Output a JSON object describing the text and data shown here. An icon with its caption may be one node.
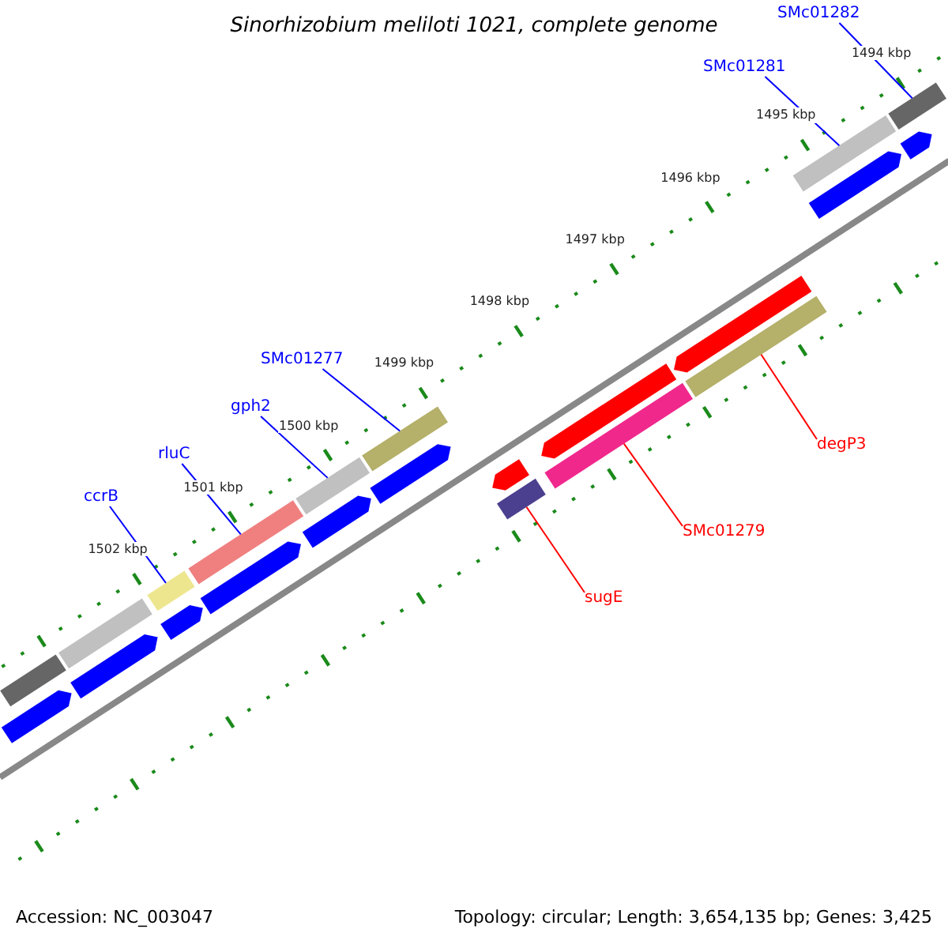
{
  "diagram": {
    "title": "Sinorhizobium meliloti 1021, complete genome",
    "nodes": [
      {
        "text": [
          "SMc01282"
        ]
      },
      {
        "text": [],
        "shape": "bar"
      },
      {
        "text": [
          "SMc01281"
        ]
      },
      {
        "text": [],
        "shape": "bar"
      },
      {
        "text": [
          "SMc01277"
        ]
      },
      {
        "text": [],
        "shape": "bar"
      },
      {
        "text": [
          "gph2"
        ]
      },
      {
        "text": [],
        "shape": "bar"
      },
      {
        "text": [
          "rluC"
        ]
      },
      {
        "text": [],
        "shape": "bar"
      },
      {
        "text": [
          "ccrB"
        ]
      },
      {
        "text": [],
        "shape": "bar"
      },
      {
        "text": [
          "degP3"
        ]
      },
      {
        "text": [],
        "shape": "bar"
      },
      {
        "text": [
          "SMc01279"
        ]
      },
      {
        "text": [],
        "shape": "bar"
      },
      {
        "text": [
          "sugE"
        ]
      },
      {
        "text": [],
        "shape": "bar"
      },
      {
        "text": [],
        "shape": "bar"
      },
      {
        "text": [],
        "shape": "bar"
      },
      {
        "text": [],
        "shape": "arrow"
      },
      {
        "text": [],
        "shape": "arrow"
      },
      {
        "text": [],
        "shape": "arrow"
      },
      {
        "text": [],
        "shape": "arrow"
      },
      {
        "text": [],
        "shape": "arrow"
      },
      {
        "text": [],
        "shape": "arrow"
      },
      {
        "text": [],
        "shape": "arrow"
      },
      {
        "text": [],
        "shape": "arrow"
      },
      {
        "text": [],
        "shape": "arrow"
      },
      {
        "text": [],
        "shape": "arrow"
      },
      {
        "text": [],
        "shape": "arrow"
      }
    ],
    "edges": [
      {
        "from": 0,
        "to": 1,
        "arrow": "none"
      },
      {
        "from": 2,
        "to": 3,
        "arrow": "none"
      },
      {
        "from": 4,
        "to": 5,
        "arrow": "none"
      },
      {
        "from": 6,
        "to": 7,
        "arrow": "none"
      },
      {
        "from": 8,
        "to": 9,
        "arrow": "none"
      },
      {
        "from": 10,
        "to": 11,
        "arrow": "none"
      },
      {
        "from": 12,
        "to": 13,
        "arrow": "none",
        "color": "#ff0000"
      },
      {
        "from": 14,
        "to": 15,
        "arrow": "none",
        "color": "#ff0000"
      },
      {
        "from": 16,
        "to": 17,
        "arrow": "none",
        "color": "#ff0000"
      }
    ],
    "labels": [
      "1494 kbp",
      "1495 kbp",
      "1496 kbp",
      "1497 kbp",
      "1498 kbp",
      "1499 kbp",
      "1500 kbp",
      "1501 kbp",
      "1502 kbp",
      "Accession: NC_003047",
      "Topology: circular; Length: 3,654,135 bp; Genes: 3,425"
    ]
  }
}
